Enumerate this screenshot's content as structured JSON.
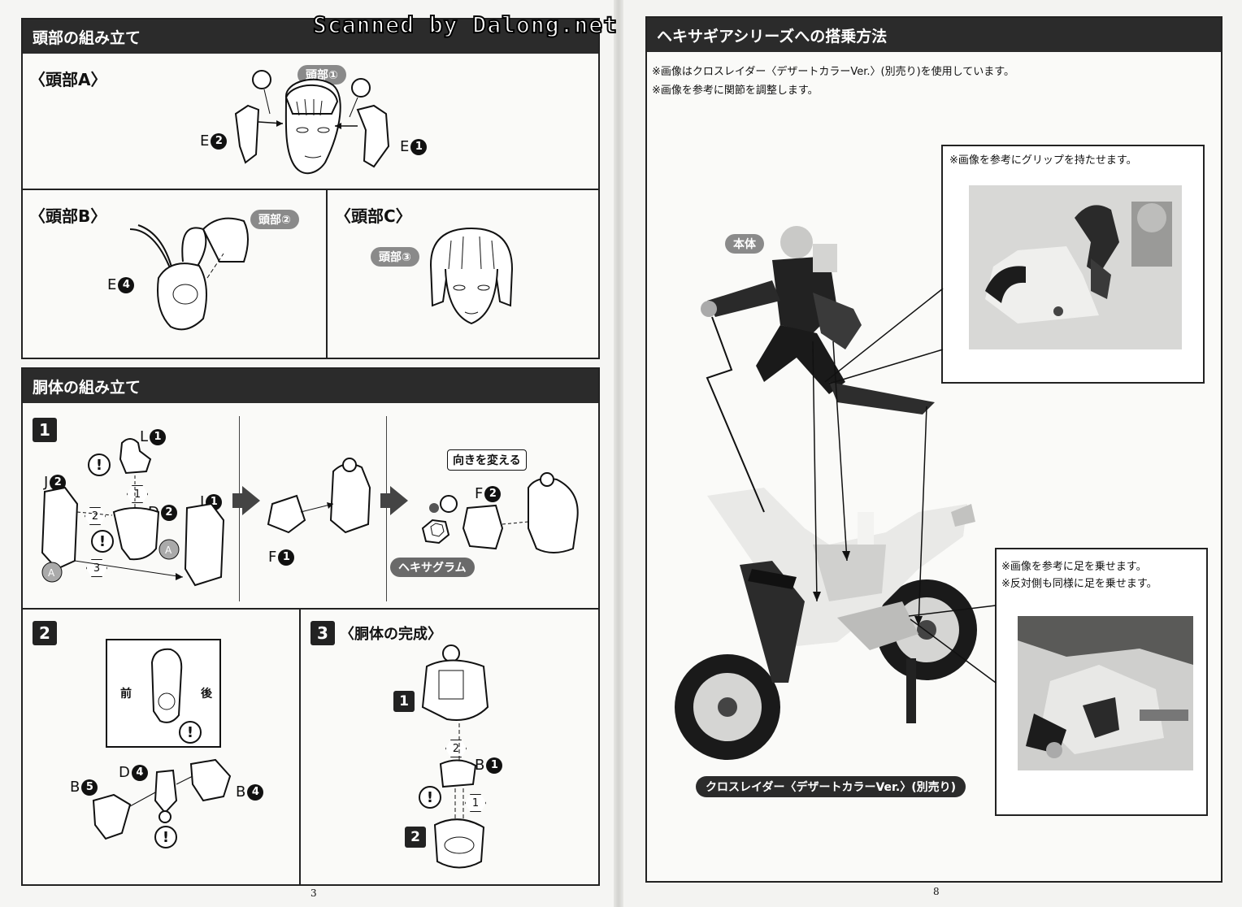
{
  "watermark": "Scanned by Dalong.net",
  "left_page": {
    "head_section": {
      "title": "頭部の組み立て",
      "head_a": {
        "title": "〈頭部A〉",
        "callout": "頭部①",
        "parts": [
          {
            "letter": "E",
            "num": "2"
          },
          {
            "letter": "E",
            "num": "1"
          }
        ]
      },
      "head_b": {
        "title": "〈頭部B〉",
        "callout": "頭部②",
        "parts": [
          {
            "letter": "E",
            "num": "4"
          }
        ]
      },
      "head_c": {
        "title": "〈頭部C〉",
        "callout": "頭部③"
      }
    },
    "torso_section": {
      "title": "胴体の組み立て",
      "step1": {
        "step": "1",
        "parts": [
          {
            "letter": "L",
            "num": "1"
          },
          {
            "letter": "J",
            "num": "2"
          },
          {
            "letter": "D",
            "num": "2"
          },
          {
            "letter": "J",
            "num": "1"
          },
          {
            "letter": "F",
            "num": "1"
          },
          {
            "letter": "F",
            "num": "2"
          }
        ],
        "orders": [
          "1",
          "2",
          "3"
        ],
        "turn_callout": "向きを変える",
        "hexagram_label": "ヘキサグラム",
        "mark_a": "A"
      },
      "step2": {
        "step": "2",
        "front": "前",
        "back": "後",
        "parts": [
          {
            "letter": "D",
            "num": "4"
          },
          {
            "letter": "B",
            "num": "5"
          },
          {
            "letter": "B",
            "num": "4"
          }
        ]
      },
      "step3": {
        "step": "3",
        "title": "〈胴体の完成〉",
        "sub_steps": [
          "1",
          "2"
        ],
        "parts": [
          {
            "letter": "B",
            "num": "1"
          }
        ],
        "orders": [
          "2",
          "1"
        ]
      }
    },
    "warning_mark": "!",
    "page_number": "3"
  },
  "right_page": {
    "title": "ヘキサギアシリーズへの搭乗方法",
    "notes": [
      "※画像はクロスレイダー〈デザートカラーVer.〉(別売り)を使用しています。",
      "※画像を参考に関節を調整します。"
    ],
    "body_callout": "本体",
    "grip_note": "※画像を参考にグリップを持たせます。",
    "foot_notes": [
      "※画像を参考に足を乗せます。",
      "※反対側も同様に足を乗せます。"
    ],
    "bike_label": "クロスレイダー〈デザートカラーVer.〉(別売り)",
    "page_number": "8"
  }
}
